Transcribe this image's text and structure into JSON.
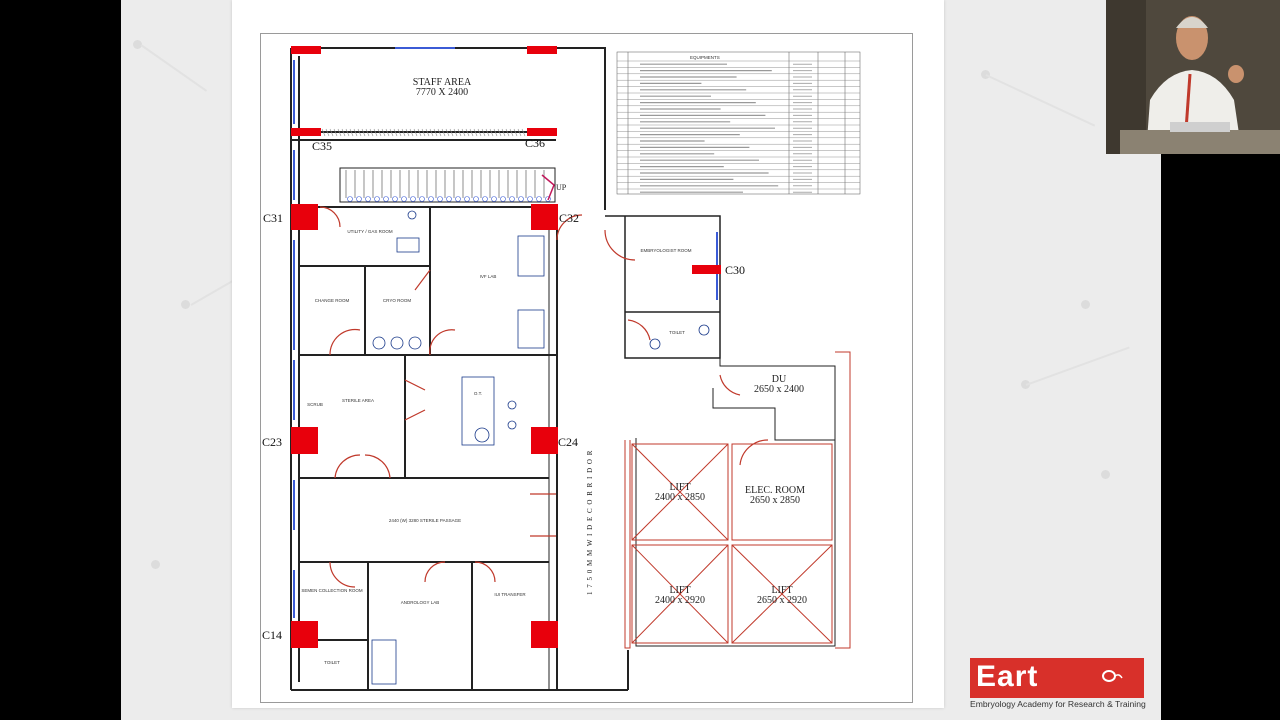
{
  "plan": {
    "rooms": {
      "staff_area": "STAFF AREA",
      "staff_area_dim": "7770 X 2400",
      "du": "DU",
      "du_dim": "2650 x 2400",
      "elec_room": "ELEC. ROOM",
      "elec_room_dim": "2650 x 2850",
      "lift1": "LIFT",
      "lift1_dim": "2400 x 2850",
      "lift2": "LIFT",
      "lift2_dim": "2400 x 2920",
      "lift3": "LIFT",
      "lift3_dim": "2650 x 2920",
      "utility": "UTILITY / GAS ROOM",
      "ivf_lab": "IVF LAB",
      "change_room": "CHANGE ROOM",
      "cryo_room": "CRYO ROOM",
      "sterile_area": "STERILE AREA",
      "ot": "O.T.",
      "embryologist": "EMBRYOLOGIST ROOM",
      "toilet1": "TOILET",
      "sterile_passage": "2440 (W) 3280 STERILE PASSAGE",
      "semen": "SEMEN COLLECTION ROOM",
      "andrology": "ANDROLOGY LAB",
      "iui": "IUI TRANSFER",
      "toilet2": "TOILET",
      "corridor": "1 7 5 0 M M W I D E C O R R I D O R",
      "up": "UP",
      "scrub": "SCRUB"
    },
    "columns": {
      "c35": "C35",
      "c36": "C36",
      "c31": "C31",
      "c32": "C32",
      "c30": "C30",
      "c23": "C23",
      "c24": "C24",
      "c14": "C14"
    },
    "equipment_header": "EQUIPMENTS",
    "colors": {
      "column": "#e8000c",
      "wall": "#222222",
      "door": "#c0392b",
      "window": "#3b5bd6",
      "accent": "#c2185b"
    }
  },
  "logo": {
    "brand": "Eart",
    "tagline": "Embryology Academy for Research & Training"
  }
}
